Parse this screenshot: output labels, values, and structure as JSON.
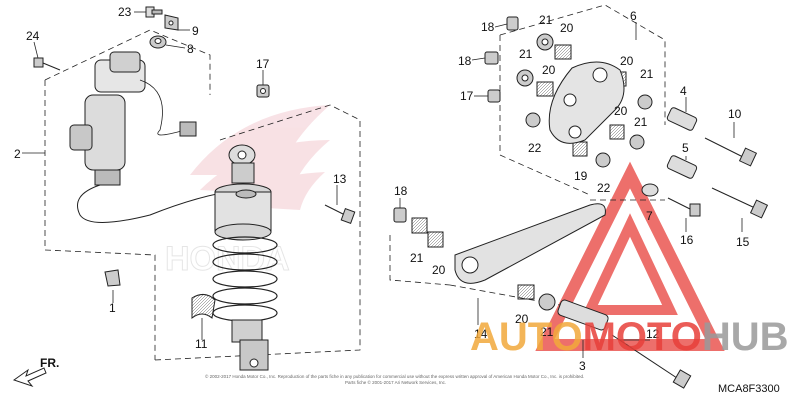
{
  "diagram_code": "MCA8F3300",
  "front_label": "FR.",
  "watermark_brand": {
    "part1": "AUTO",
    "part2": "MOTO",
    "part3": "HUB"
  },
  "copyright_line1": "© 2002-2017 Honda Motor Co., Inc. Reproduction of the parts fiche in any publication for commercial use without the express written approval of American Honda Motor Co., Inc. is prohibited.",
  "copyright_line2": "Parts fiche © 2001-2017 Ari Network Services, Inc.",
  "callouts": [
    "1",
    "2",
    "4",
    "6",
    "7",
    "8",
    "9",
    "10",
    "11",
    "12",
    "13",
    "14",
    "15",
    "16",
    "17",
    "17",
    "18",
    "18",
    "18",
    "19",
    "20",
    "20",
    "20",
    "20",
    "20",
    "20",
    "21",
    "21",
    "21",
    "21",
    "21",
    "21",
    "22",
    "22",
    "23",
    "24",
    "3",
    "5"
  ],
  "colors": {
    "watermark_red": "#e8403a",
    "watermark_orange": "#f2a93b",
    "watermark_gray": "#9a9a9a",
    "line": "#222222"
  }
}
